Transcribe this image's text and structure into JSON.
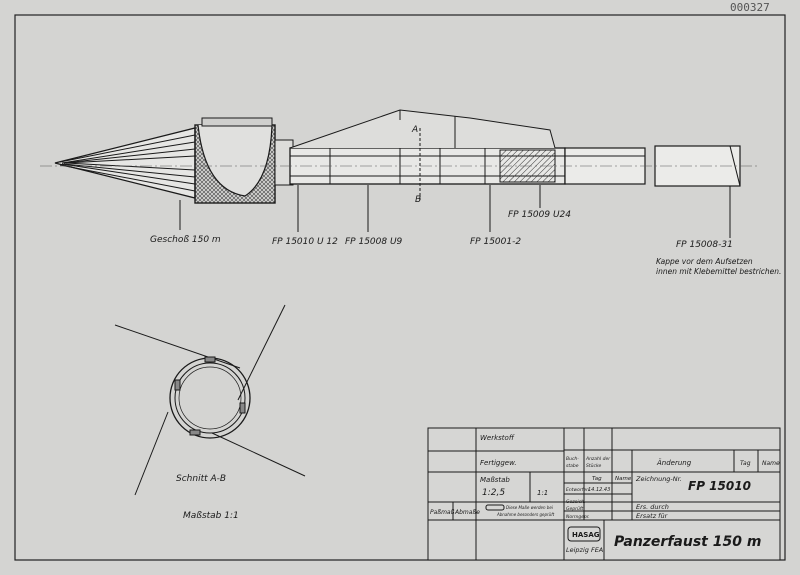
{
  "sheet_number": "000327",
  "section_mark": {
    "a": "A",
    "b": "B"
  },
  "labels": {
    "geschoss": "Geschoß 150 m",
    "fp15010u12": "FP 15010 U 12",
    "fp15008u9": "FP 15008 U9",
    "fp15001": "FP 15001-2",
    "fp15009u24": "FP 15009 U24",
    "fp15008_31": "FP 15008-31",
    "kappe_line1": "Kappe vor dem Aufsetzen",
    "kappe_line2": "innen mit Klebemittel bestrichen."
  },
  "section": {
    "title": "Schnitt A-B",
    "scale": "Maßstab 1:1"
  },
  "title_block": {
    "werkstoff": "Werkstoff",
    "fertiggew": "Fertiggew.",
    "massstab_label": "Maßstab",
    "massstab_value": "1:2,5",
    "massstab_alt": "1:1",
    "passmass": "Paßmaß",
    "abmasse": "Abmaße",
    "note_line1": "Diese Maße werden bei",
    "note_line2": "Abnahme besonders geprüft",
    "buchstabe": "Buch-",
    "buchstabe2": "stabe",
    "anzahl": "Anzahl der",
    "anzahl2": "Stücke",
    "aenderung": "Änderung",
    "tag": "Tag",
    "name": "Name",
    "entworfen": "Entworfen",
    "entworfen_date": "14.12.43",
    "gezeichnet": "Gezeich.",
    "geprueft": "Geprüft",
    "normgepr": "Normgepr.",
    "zeichnung_nr_label": "Zeichnung-Nr.",
    "zeichnung_nr": "FP 15010",
    "ers_durch": "Ers. durch",
    "ersatz_fuer": "Ersatz für",
    "logo_text": "HASAG",
    "company": "Leipzig FEA",
    "title": "Panzerfaust 150 m"
  }
}
